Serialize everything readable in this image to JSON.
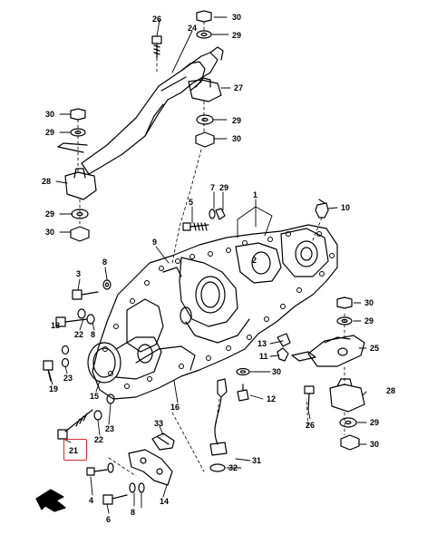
{
  "diagram": {
    "highlight_color": "#d6282e",
    "callouts": {
      "c1": "1",
      "c2": "2",
      "c3": "3",
      "c4": "4",
      "c5": "5",
      "c6": "6",
      "c7": "7",
      "c8a": "8",
      "c8b": "8",
      "c8c": "8",
      "c9": "9",
      "c10": "10",
      "c11": "11",
      "c12": "12",
      "c13": "13",
      "c14": "14",
      "c15": "15",
      "c16": "16",
      "c18": "18",
      "c19": "19",
      "c21": "21",
      "c22a": "22",
      "c22b": "22",
      "c23a": "23",
      "c23b": "23",
      "c24": "24",
      "c25": "25",
      "c26a": "26",
      "c26b": "26",
      "c27": "27",
      "c28a": "28",
      "c28b": "28",
      "c29a": "29",
      "c29b": "29",
      "c29c": "29",
      "c29d": "29",
      "c29e": "29",
      "c29f": "29",
      "c29g": "29",
      "c30a": "30",
      "c30b": "30",
      "c30c": "30",
      "c30d": "30",
      "c30e": "30",
      "c30f": "30",
      "c30g": "30",
      "c31": "31",
      "c32": "32",
      "c33": "33"
    }
  }
}
